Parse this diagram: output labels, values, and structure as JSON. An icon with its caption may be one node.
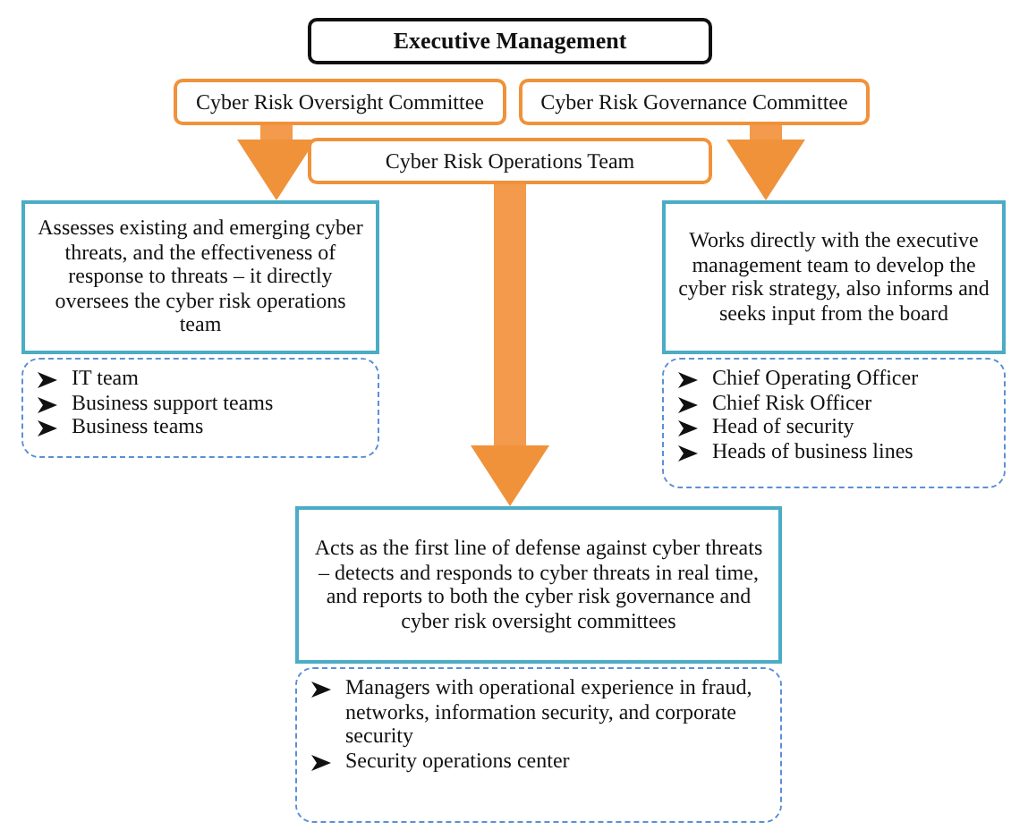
{
  "diagram": {
    "nodes": [
      {
        "text": [
          "Executive Management"
        ]
      },
      {
        "text": [
          "Cyber Risk Oversight Committee"
        ]
      },
      {
        "text": [
          "Cyber Risk Governance Committee"
        ]
      },
      {
        "text": [
          "Cyber Risk Operations Team"
        ]
      },
      {
        "text": [
          "Assesses existing and emerging cyber threats, and the effectiveness of response to threats – it directly oversees the cyber risk operations team"
        ]
      },
      {
        "text": [
          "IT team",
          "Business support teams",
          "Business teams"
        ]
      },
      {
        "text": [
          "Works directly with the executive management team to develop the cyber risk strategy, also informs and seeks input from the board"
        ]
      },
      {
        "text": [
          "Chief Operating Officer",
          "Chief Risk Officer",
          "Head of security",
          "Heads of business lines"
        ]
      },
      {
        "text": [
          "Acts as the first line of defense against cyber threats – detects and responds to cyber threats in real time, and reports to both the cyber risk governance and cyber risk oversight committees"
        ]
      },
      {
        "text": [
          "Managers with operational experience in fraud, networks, information security, and corporate security",
          "Security operations center"
        ]
      }
    ],
    "edges": [
      {
        "from": 1,
        "to": 4,
        "arrow": "to"
      },
      {
        "from": 2,
        "to": 6,
        "arrow": "to"
      },
      {
        "from": 3,
        "to": 8,
        "arrow": "to"
      }
    ]
  }
}
